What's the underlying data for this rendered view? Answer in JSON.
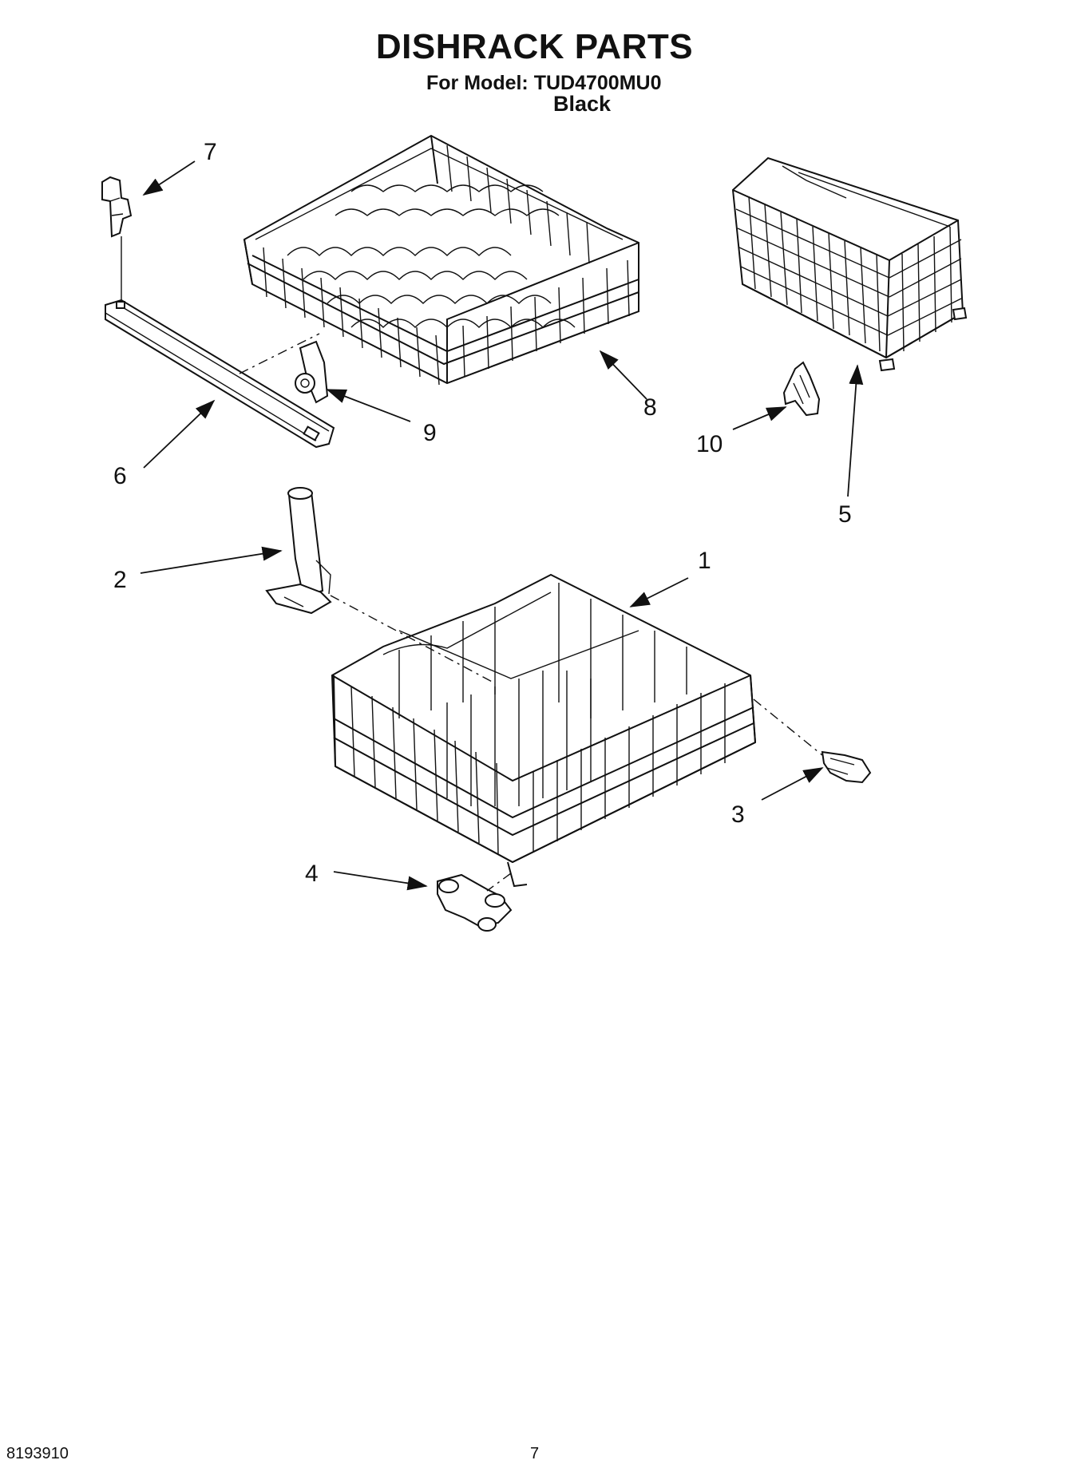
{
  "header": {
    "title": "DISHRACK PARTS",
    "model_line": "For Model: TUD4700MU0",
    "variant": "Black"
  },
  "footer": {
    "doc_number": "8193910",
    "page_number": "7"
  },
  "callouts": [
    {
      "id": "1",
      "label": "1"
    },
    {
      "id": "2",
      "label": "2"
    },
    {
      "id": "3",
      "label": "3"
    },
    {
      "id": "4",
      "label": "4"
    },
    {
      "id": "5",
      "label": "5"
    },
    {
      "id": "6",
      "label": "6"
    },
    {
      "id": "7",
      "label": "7"
    },
    {
      "id": "8",
      "label": "8"
    },
    {
      "id": "9",
      "label": "9"
    },
    {
      "id": "10",
      "label": "10"
    }
  ]
}
